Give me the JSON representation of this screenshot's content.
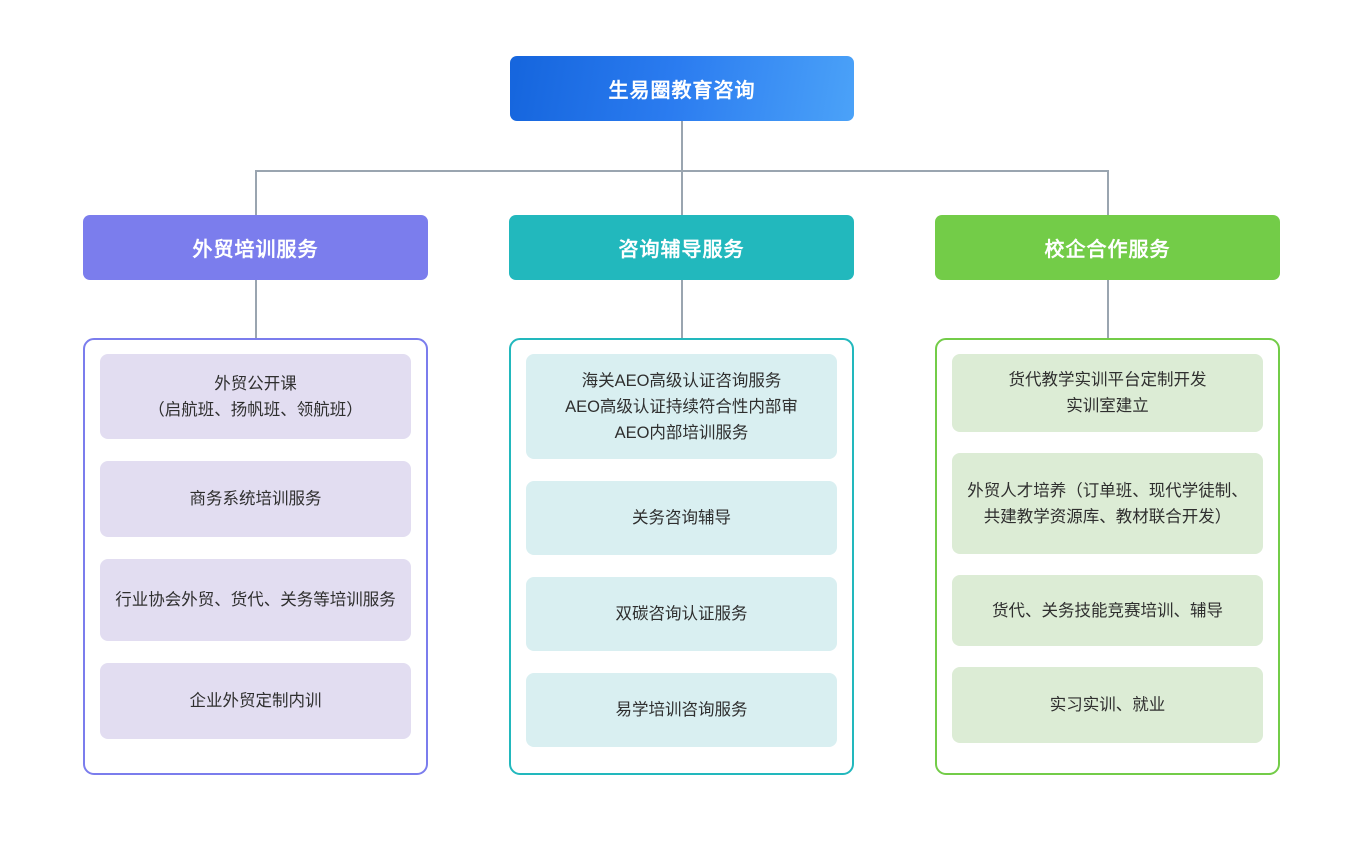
{
  "diagram": {
    "type": "organizational-tree",
    "orientation": "top-down",
    "root": {
      "label": "生易圈教育咨询",
      "color": "#2b7cf0",
      "gradient_from": "#1565dd",
      "gradient_to": "#4ba2f8"
    },
    "connector_color": "#9aa5b0",
    "branches": [
      {
        "id": "training",
        "header": "外贸培训服务",
        "accent": "#7b7ded",
        "leaf_bg": "#e2ddf1",
        "items": [
          "外贸公开课\n（启航班、扬帆班、领航班）",
          "商务系统培训服务",
          "行业协会外贸、货代、关务等培训服务",
          "企业外贸定制内训"
        ]
      },
      {
        "id": "consulting",
        "header": "咨询辅导服务",
        "accent": "#22b8bd",
        "leaf_bg": "#d9eff1",
        "items": [
          "海关AEO高级认证咨询服务\nAEO高级认证持续符合性内部审\nAEO内部培训服务",
          "关务咨询辅导",
          "双碳咨询认证服务",
          "易学培训咨询服务"
        ]
      },
      {
        "id": "school-enterprise",
        "header": "校企合作服务",
        "accent": "#73cc48",
        "leaf_bg": "#dcecd5",
        "items": [
          "货代教学实训平台定制开发\n实训室建立",
          "外贸人才培养（订单班、现代学徒制、共建教学资源库、教材联合开发）",
          "货代、关务技能竞赛培训、辅导",
          "实习实训、就业"
        ]
      }
    ]
  }
}
